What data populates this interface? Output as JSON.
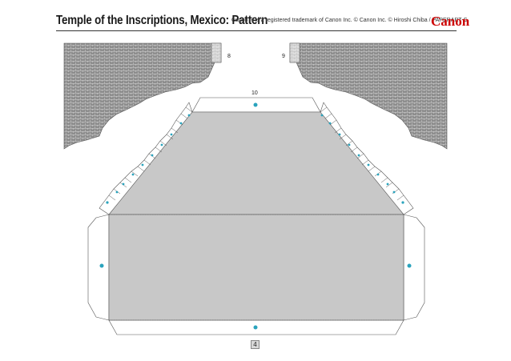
{
  "header": {
    "title": "Temple of the Inscriptions, Mexico: Pattern",
    "legal": "Canon ® is a registered trademark of Canon Inc. © Canon Inc. © Hiroshi Chiba / PAPERART-C",
    "brand": "Canon"
  },
  "parts": {
    "left_label": "8",
    "right_label": "9",
    "main_label": "10"
  },
  "footer": {
    "page_number": "4"
  },
  "colors": {
    "fill": "#c8c8c8",
    "stone": "#8e8e8e",
    "outline": "#555555",
    "glue_dot": "#2aa3bd",
    "brand": "#cc0000"
  }
}
